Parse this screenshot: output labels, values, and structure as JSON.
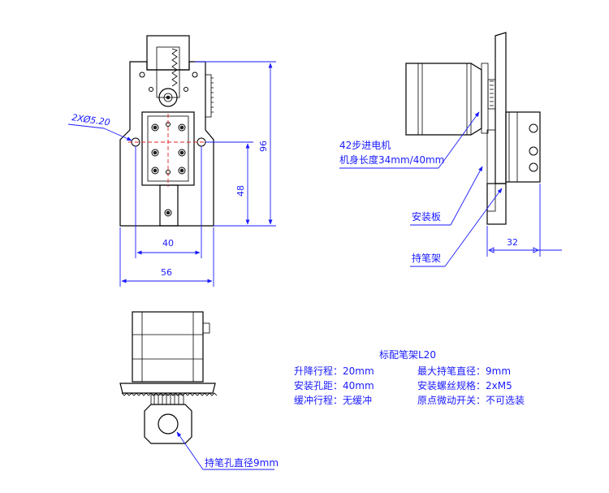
{
  "front_view": {
    "hole_spec": "2XØ5.20",
    "dim_height_total": "96",
    "dim_height_holes": "48",
    "dim_width_holes": "40",
    "dim_width_total": "56"
  },
  "side_view": {
    "motor_label_line1": "42步进电机",
    "motor_label_line2": "机身长度34mm/40mm",
    "mount_plate_label": "安装板",
    "pen_holder_label": "持笔架",
    "dim_depth": "32"
  },
  "bottom_view": {
    "pen_hole_label": "持笔孔直径9mm"
  },
  "specs": {
    "title": "标配笔架L20",
    "rows": [
      {
        "left": "升降行程：20mm",
        "right": "最大持笔直径：9mm"
      },
      {
        "left": "安装孔距：40mm",
        "right": "安装螺丝规格：2xM5"
      },
      {
        "left": "缓冲行程：无缓冲",
        "right": "原点微动开关：不可选装"
      }
    ]
  },
  "colors": {
    "dimension": "#1a1aff",
    "centerline": "#e02020",
    "outline": "#000000"
  }
}
